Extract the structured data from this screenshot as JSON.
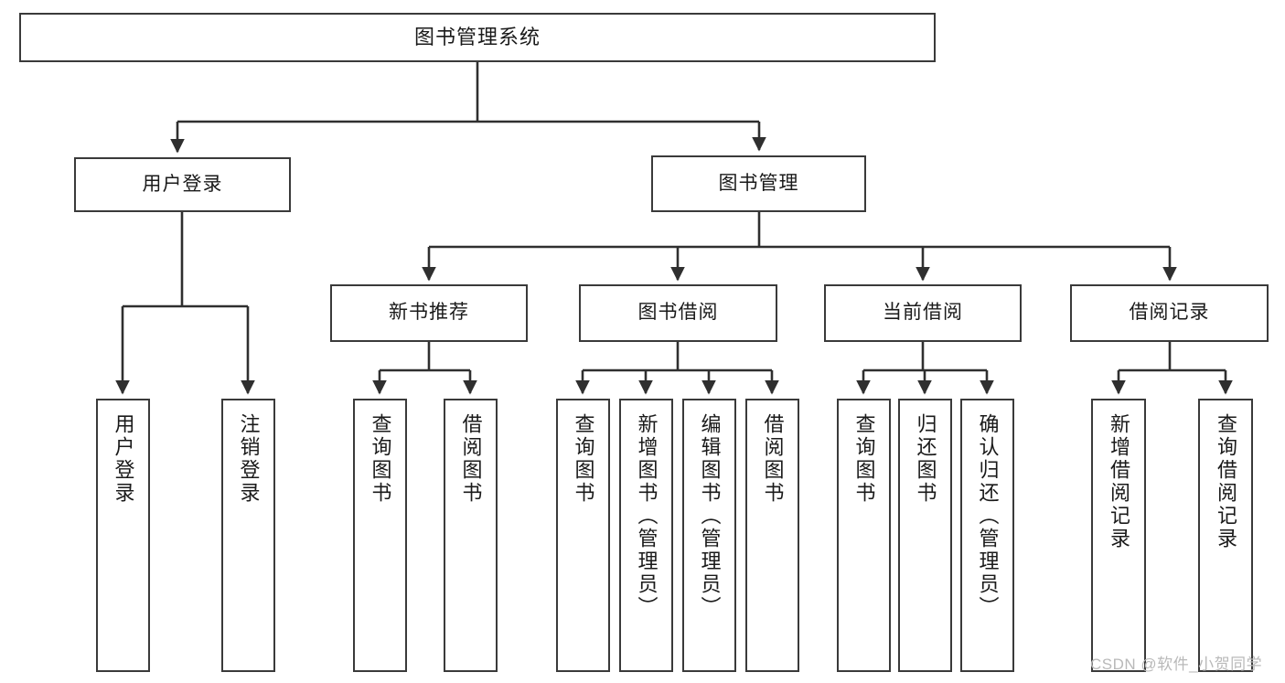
{
  "diagram": {
    "title": "图书管理系统",
    "type": "tree",
    "root": {
      "id": "root",
      "label": "图书管理系统"
    },
    "level2": [
      {
        "id": "user-login",
        "label": "用户登录"
      },
      {
        "id": "book-manage",
        "label": "图书管理"
      }
    ],
    "level3": [
      {
        "id": "new-book-rec",
        "label": "新书推荐",
        "parent": "book-manage"
      },
      {
        "id": "book-borrow",
        "label": "图书借阅",
        "parent": "book-manage"
      },
      {
        "id": "current-borrow",
        "label": "当前借阅",
        "parent": "book-manage"
      },
      {
        "id": "borrow-record",
        "label": "借阅记录",
        "parent": "book-manage"
      }
    ],
    "leaves": [
      {
        "id": "leaf-user-login",
        "label": "用户登录",
        "parent": "user-login"
      },
      {
        "id": "leaf-logout",
        "label": "注销登录",
        "parent": "user-login"
      },
      {
        "id": "leaf-query-book-1",
        "label": "查询图书",
        "parent": "new-book-rec"
      },
      {
        "id": "leaf-borrow-book-1",
        "label": "借阅图书",
        "parent": "new-book-rec"
      },
      {
        "id": "leaf-query-book-2",
        "label": "查询图书",
        "parent": "book-borrow"
      },
      {
        "id": "leaf-add-book",
        "label": "新增图书（管理员）",
        "parent": "book-borrow"
      },
      {
        "id": "leaf-edit-book",
        "label": "编辑图书（管理员）",
        "parent": "book-borrow"
      },
      {
        "id": "leaf-borrow-book-2",
        "label": "借阅图书",
        "parent": "book-borrow"
      },
      {
        "id": "leaf-query-book-3",
        "label": "查询图书",
        "parent": "current-borrow"
      },
      {
        "id": "leaf-return-book",
        "label": "归还图书",
        "parent": "current-borrow"
      },
      {
        "id": "leaf-confirm-return",
        "label": "确认归还（管理员）",
        "parent": "current-borrow"
      },
      {
        "id": "leaf-add-record",
        "label": "新增借阅记录",
        "parent": "borrow-record"
      },
      {
        "id": "leaf-query-record",
        "label": "查询借阅记录",
        "parent": "borrow-record"
      }
    ],
    "colors": {
      "box_border": "#3a3a3a",
      "box_fill": "#ffffff",
      "connector": "#2f2f2f",
      "text": "#1a1a1a",
      "watermark": "#b9b9b9",
      "background": "#ffffff"
    }
  },
  "watermark": {
    "text": "CSDN @软件_小贺同学"
  }
}
